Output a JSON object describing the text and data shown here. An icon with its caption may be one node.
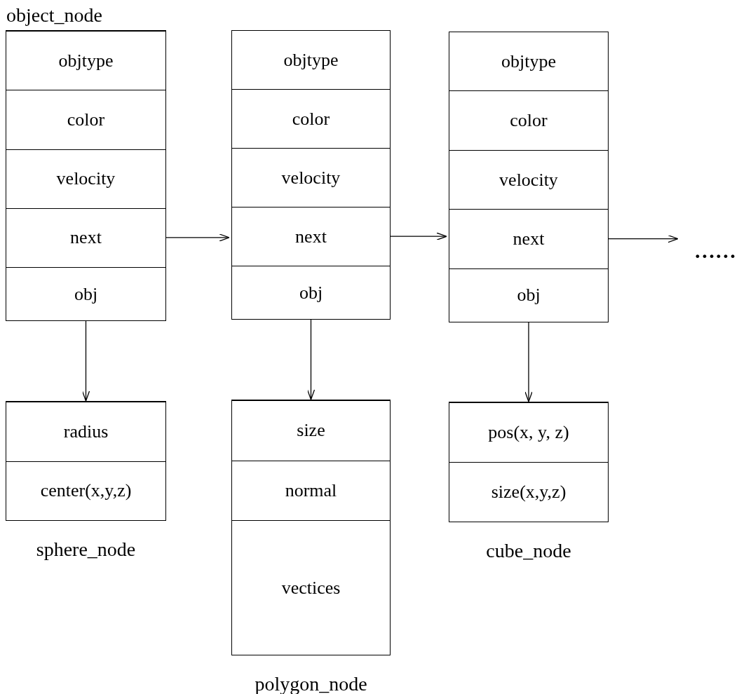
{
  "diagram": {
    "nodes": [
      {
        "text": [
          "object_node"
        ]
      },
      {
        "text": [
          "objtype"
        ],
        "in": 0
      },
      {
        "text": [
          "color"
        ],
        "in": 0
      },
      {
        "text": [
          "velocity"
        ],
        "in": 0
      },
      {
        "text": [
          "next"
        ],
        "in": 0
      },
      {
        "text": [
          "obj"
        ],
        "in": 0
      },
      {
        "text": [],
        "shape": "box"
      },
      {
        "text": [
          "objtype"
        ],
        "in": 6
      },
      {
        "text": [
          "color"
        ],
        "in": 6
      },
      {
        "text": [
          "velocity"
        ],
        "in": 6
      },
      {
        "text": [
          "next"
        ],
        "in": 6
      },
      {
        "text": [
          "obj"
        ],
        "in": 6
      },
      {
        "text": [],
        "shape": "box"
      },
      {
        "text": [
          "objtype"
        ],
        "in": 12
      },
      {
        "text": [
          "color"
        ],
        "in": 12
      },
      {
        "text": [
          "velocity"
        ],
        "in": 12
      },
      {
        "text": [
          "next"
        ],
        "in": 12
      },
      {
        "text": [
          "obj"
        ],
        "in": 12
      },
      {
        "text": [
          "……"
        ]
      },
      {
        "text": [
          "sphere_node"
        ]
      },
      {
        "text": [
          "radius"
        ],
        "in": 19
      },
      {
        "text": [
          "center(x,y,z)"
        ],
        "in": 19
      },
      {
        "text": [
          "polygon_node"
        ]
      },
      {
        "text": [
          "size"
        ],
        "in": 22
      },
      {
        "text": [
          "normal"
        ],
        "in": 22
      },
      {
        "text": [
          "vectices"
        ],
        "in": 22
      },
      {
        "text": [
          "cube_node"
        ]
      },
      {
        "text": [
          "pos(x, y, z)"
        ],
        "in": 26
      },
      {
        "text": [
          "size(x,y,z)"
        ],
        "in": 26
      }
    ],
    "edges": [
      {
        "from": 4,
        "to": 6,
        "arrow": "to"
      },
      {
        "from": 10,
        "to": 12,
        "arrow": "to"
      },
      {
        "from": 16,
        "to": 18,
        "arrow": "to"
      },
      {
        "from": 5,
        "to": 19,
        "arrow": "to"
      },
      {
        "from": 11,
        "to": 22,
        "arrow": "to"
      },
      {
        "from": 17,
        "to": 26,
        "arrow": "to"
      }
    ]
  }
}
